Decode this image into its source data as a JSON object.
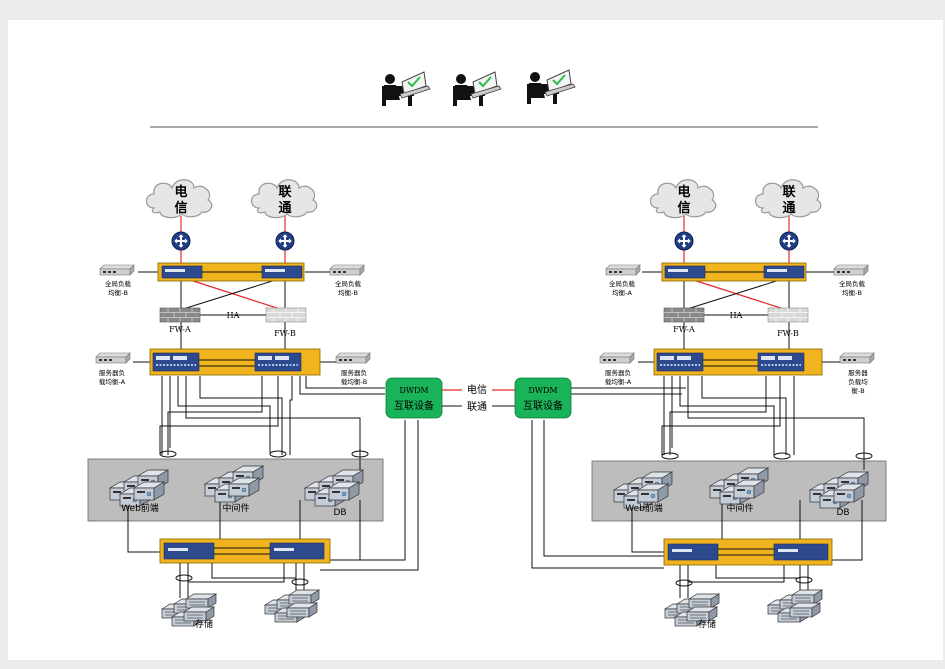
{
  "sites": [
    {
      "isp": [
        "电",
        "信",
        "联",
        "通"
      ],
      "gslb_left": [
        "全局负载",
        "均衡-B"
      ],
      "gslb_right": [
        "全局负载",
        "均衡-B"
      ],
      "fw_a": "FW-A",
      "fw_b": "FW-B",
      "ha": "HA",
      "slb_left": [
        "服务器负",
        "载均衡-A"
      ],
      "slb_right": [
        "服务器负",
        "载均衡-B"
      ],
      "tier_web": "Web前端",
      "tier_mid": "中间件",
      "tier_db": "DB",
      "storage": "存储",
      "dwdm": [
        "DWDM",
        "互联设备"
      ]
    },
    {
      "isp": [
        "电",
        "信",
        "联",
        "通"
      ],
      "gslb_left": [
        "全局负载",
        "均衡-A"
      ],
      "gslb_right": [
        "全局负载",
        "均衡-B"
      ],
      "fw_a": "FW-A",
      "fw_b": "FW-B",
      "ha": "HA",
      "slb_left": [
        "服务器负",
        "载均衡-A"
      ],
      "slb_right": [
        "服务器",
        "负载均",
        "衡-B"
      ],
      "tier_web": "Web前端",
      "tier_mid": "中间件",
      "tier_db": "DB",
      "storage": "存储",
      "dwdm": [
        "DWDM",
        "互联设备"
      ]
    }
  ],
  "links": {
    "telecom": "电信",
    "unicom": "联通"
  },
  "colors": {
    "accent": "#f0b41e",
    "dwdm": "#19b45a",
    "isp_link": "#e52b2b",
    "zone": "#bdbdbd",
    "switch": "#2e4a8f"
  },
  "icons": [
    "user-laptop-icon",
    "cloud-icon",
    "router-icon",
    "switch-icon",
    "firewall-icon",
    "server-icon",
    "storage-icon"
  ]
}
